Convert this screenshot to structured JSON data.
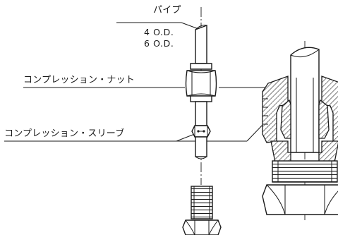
{
  "labels": {
    "pipe": "パイプ",
    "od_4": "4 O.D.",
    "od_6": "6 O.D.",
    "compression_nut": "コンプレッション・ナット",
    "compression_sleeve": "コンプレッション・スリーブ"
  }
}
